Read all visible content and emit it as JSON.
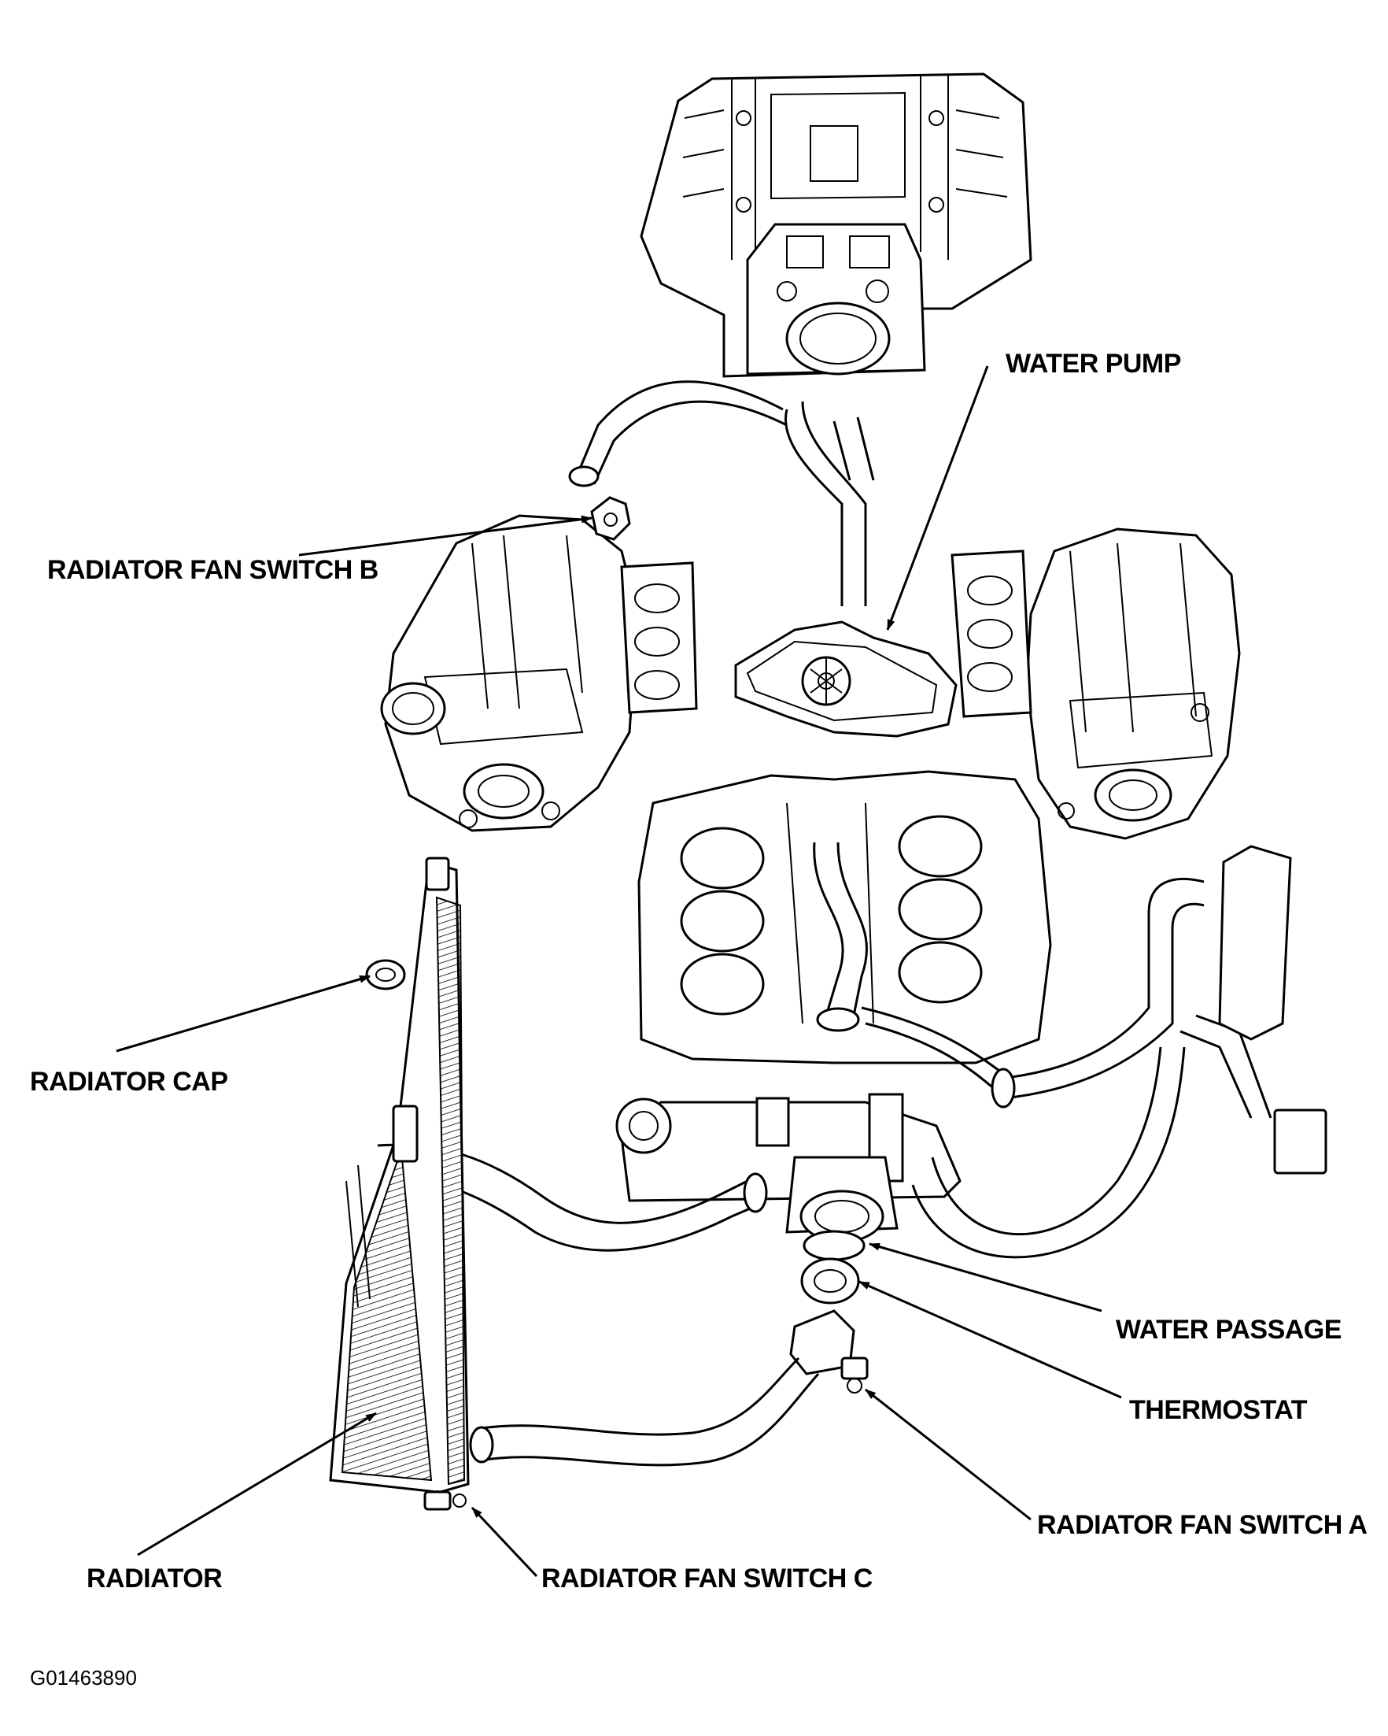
{
  "labels": {
    "water_pump": "WATER PUMP",
    "radiator_fan_switch_b": "RADIATOR FAN SWITCH B",
    "radiator_cap": "RADIATOR CAP",
    "water_passage": "WATER PASSAGE",
    "thermostat": "THERMOSTAT",
    "radiator_fan_switch_a": "RADIATOR FAN SWITCH A",
    "radiator": "RADIATOR",
    "radiator_fan_switch_c": "RADIATOR FAN SWITCH C"
  },
  "figure_code": "G01463890"
}
